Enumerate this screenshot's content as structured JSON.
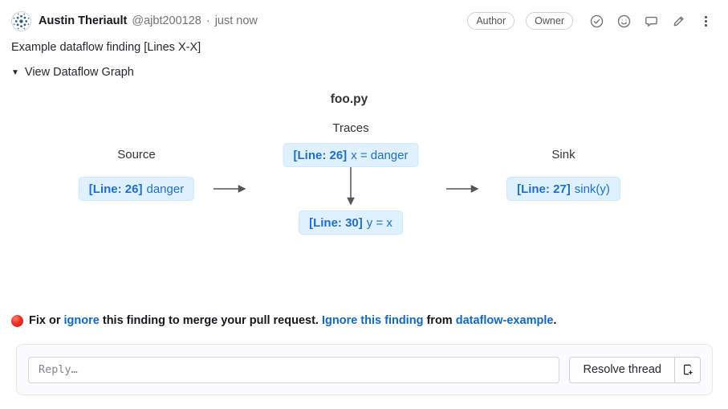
{
  "header": {
    "author_name": "Austin Theriault",
    "handle": "@ajbt200128",
    "separator": "·",
    "timestamp": "just now",
    "badges": [
      {
        "label": "Author"
      },
      {
        "label": "Owner"
      }
    ],
    "action_icons": [
      "check-circle-icon",
      "smiley-icon",
      "comment-icon",
      "pencil-icon",
      "kebab-menu-icon"
    ]
  },
  "comment": {
    "body": "Example dataflow finding [Lines X-X]",
    "toggle": {
      "arrow": "▼",
      "label": "View Dataflow Graph"
    }
  },
  "graph": {
    "file_title": "foo.py",
    "labels": {
      "source": "Source",
      "traces": "Traces",
      "sink": "Sink"
    },
    "nodes": [
      {
        "role": "source",
        "line_label": "[Line: 26]",
        "code": "danger"
      },
      {
        "role": "trace",
        "line_label": "[Line: 26]",
        "code": "x = danger"
      },
      {
        "role": "trace",
        "line_label": "[Line: 30]",
        "code": "y = x"
      },
      {
        "role": "sink",
        "line_label": "[Line: 27]",
        "code": "sink(y)"
      }
    ],
    "edges": [
      {
        "from": "source",
        "to": "trace-1"
      },
      {
        "from": "trace-1",
        "to": "trace-2"
      },
      {
        "from": "trace-2",
        "to": "sink"
      }
    ],
    "colors": {
      "node_bg": "#dff0fe",
      "node_text": "#1f6fc7",
      "arrow": "#555555",
      "label_text": "#333333"
    }
  },
  "finding": {
    "status_icon": "red-circle-icon",
    "prefix": "Fix or",
    "ignore_link": "ignore",
    "middle": "this finding to merge your pull request.",
    "ignore_finding_link": "Ignore this finding",
    "from_word": "from",
    "repo_link": "dataflow-example",
    "period": ".",
    "link_color": "#1068bf"
  },
  "reply": {
    "placeholder": "Reply…",
    "resolve_button_label": "Resolve thread",
    "new_issue_icon": "new-issue-icon"
  }
}
